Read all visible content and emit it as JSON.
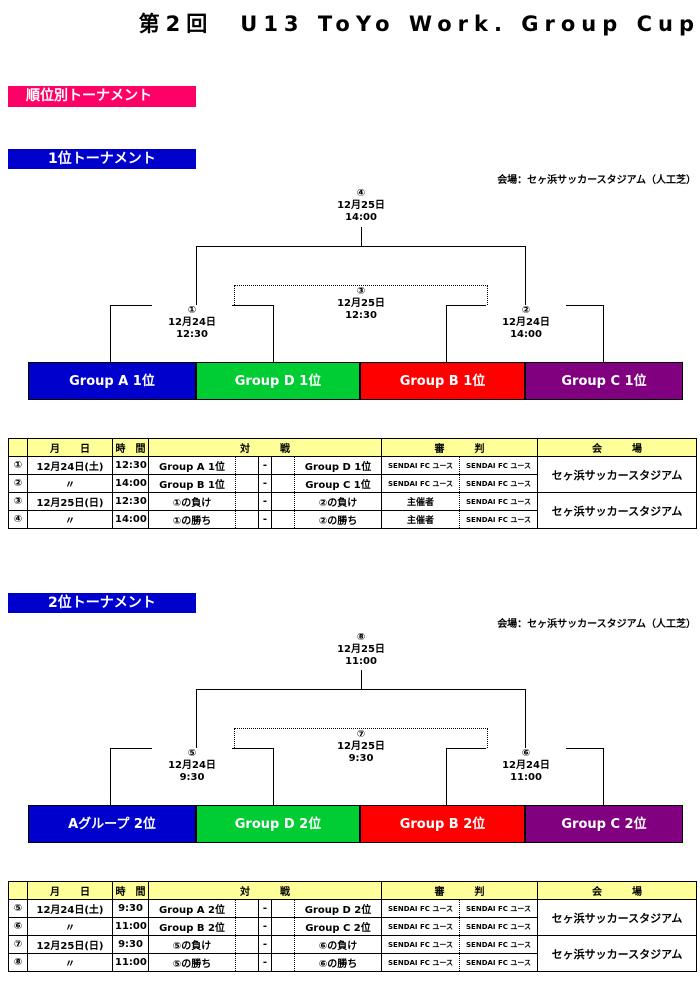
{
  "title": "第2回　U13 ToYo Work. Group Cup",
  "section_main": "順位別トーナメント",
  "t1": {
    "heading": "1位トーナメント",
    "venue": "会場：セヶ浜サッカースタジアム（人工芝）",
    "final": {
      "no": "④",
      "date": "12月25日",
      "time": "14:00"
    },
    "third": {
      "no": "③",
      "date": "12月25日",
      "time": "12:30"
    },
    "semi1": {
      "no": "①",
      "date": "12月24日",
      "time": "12:30"
    },
    "semi2": {
      "no": "②",
      "date": "12月24日",
      "time": "14:00"
    },
    "teams": [
      "Group A 1位",
      "Group D 1位",
      "Group B 1位",
      "Group C 1位"
    ]
  },
  "t2": {
    "heading": "2位トーナメント",
    "venue": "会場：セヶ浜サッカースタジアム（人工芝）",
    "final": {
      "no": "⑧",
      "date": "12月25日",
      "time": "11:00"
    },
    "third": {
      "no": "⑦",
      "date": "12月25日",
      "time": "9:30"
    },
    "semi1": {
      "no": "⑤",
      "date": "12月24日",
      "time": "9:30"
    },
    "semi2": {
      "no": "⑥",
      "date": "12月24日",
      "time": "11:00"
    },
    "teams": [
      "Aグループ 2位",
      "Group D 2位",
      "Group B 2位",
      "Group C 2位"
    ]
  },
  "team_colors": [
    "#0000cc",
    "#00cc33",
    "#ff0000",
    "#800080"
  ],
  "header": {
    "date": "月　　日",
    "time": "時　間",
    "match": "対　　　戦",
    "ref": "審　　　判",
    "venue": "会　　　場"
  },
  "table1": {
    "rows": [
      {
        "no": "①",
        "date": "12月24日(土)",
        "time": "12:30",
        "home": "Group A 1位",
        "dash": "-",
        "away": "Group D 1位",
        "ref1": "SENDAI FC ユース",
        "ref2": "SENDAI FC ユース"
      },
      {
        "no": "②",
        "date": "〃",
        "time": "14:00",
        "home": "Group B 1位",
        "dash": "-",
        "away": "Group C 1位",
        "ref1": "SENDAI FC ユース",
        "ref2": "SENDAI FC ユース"
      },
      {
        "no": "③",
        "date": "12月25日(日)",
        "time": "12:30",
        "home": "①の負け",
        "dash": "-",
        "away": "②の負け",
        "ref1": "主催者",
        "ref2": "SENDAI FC ユース"
      },
      {
        "no": "④",
        "date": "〃",
        "time": "14:00",
        "home": "①の勝ち",
        "dash": "-",
        "away": "②の勝ち",
        "ref1": "主催者",
        "ref2": "SENDAI FC ユース"
      }
    ],
    "venue_a": "セヶ浜サッカースタジアム",
    "venue_b": "セヶ浜サッカースタジアム"
  },
  "table2": {
    "rows": [
      {
        "no": "⑤",
        "date": "12月24日(土)",
        "time": "9:30",
        "home": "Group A 2位",
        "dash": "-",
        "away": "Group D 2位",
        "ref1": "SENDAI FC ユース",
        "ref2": "SENDAI FC ユース"
      },
      {
        "no": "⑥",
        "date": "〃",
        "time": "11:00",
        "home": "Group B 2位",
        "dash": "-",
        "away": "Group C 2位",
        "ref1": "SENDAI FC ユース",
        "ref2": "SENDAI FC ユース"
      },
      {
        "no": "⑦",
        "date": "12月25日(日)",
        "time": "9:30",
        "home": "⑤の負け",
        "dash": "-",
        "away": "⑥の負け",
        "ref1": "SENDAI FC ユース",
        "ref2": "SENDAI FC ユース"
      },
      {
        "no": "⑧",
        "date": "〃",
        "time": "11:00",
        "home": "⑤の勝ち",
        "dash": "-",
        "away": "⑥の勝ち",
        "ref1": "SENDAI FC ユース",
        "ref2": "SENDAI FC ユース"
      }
    ],
    "venue_a": "セヶ浜サッカースタジアム",
    "venue_b": "セヶ浜サッカースタジアム"
  }
}
